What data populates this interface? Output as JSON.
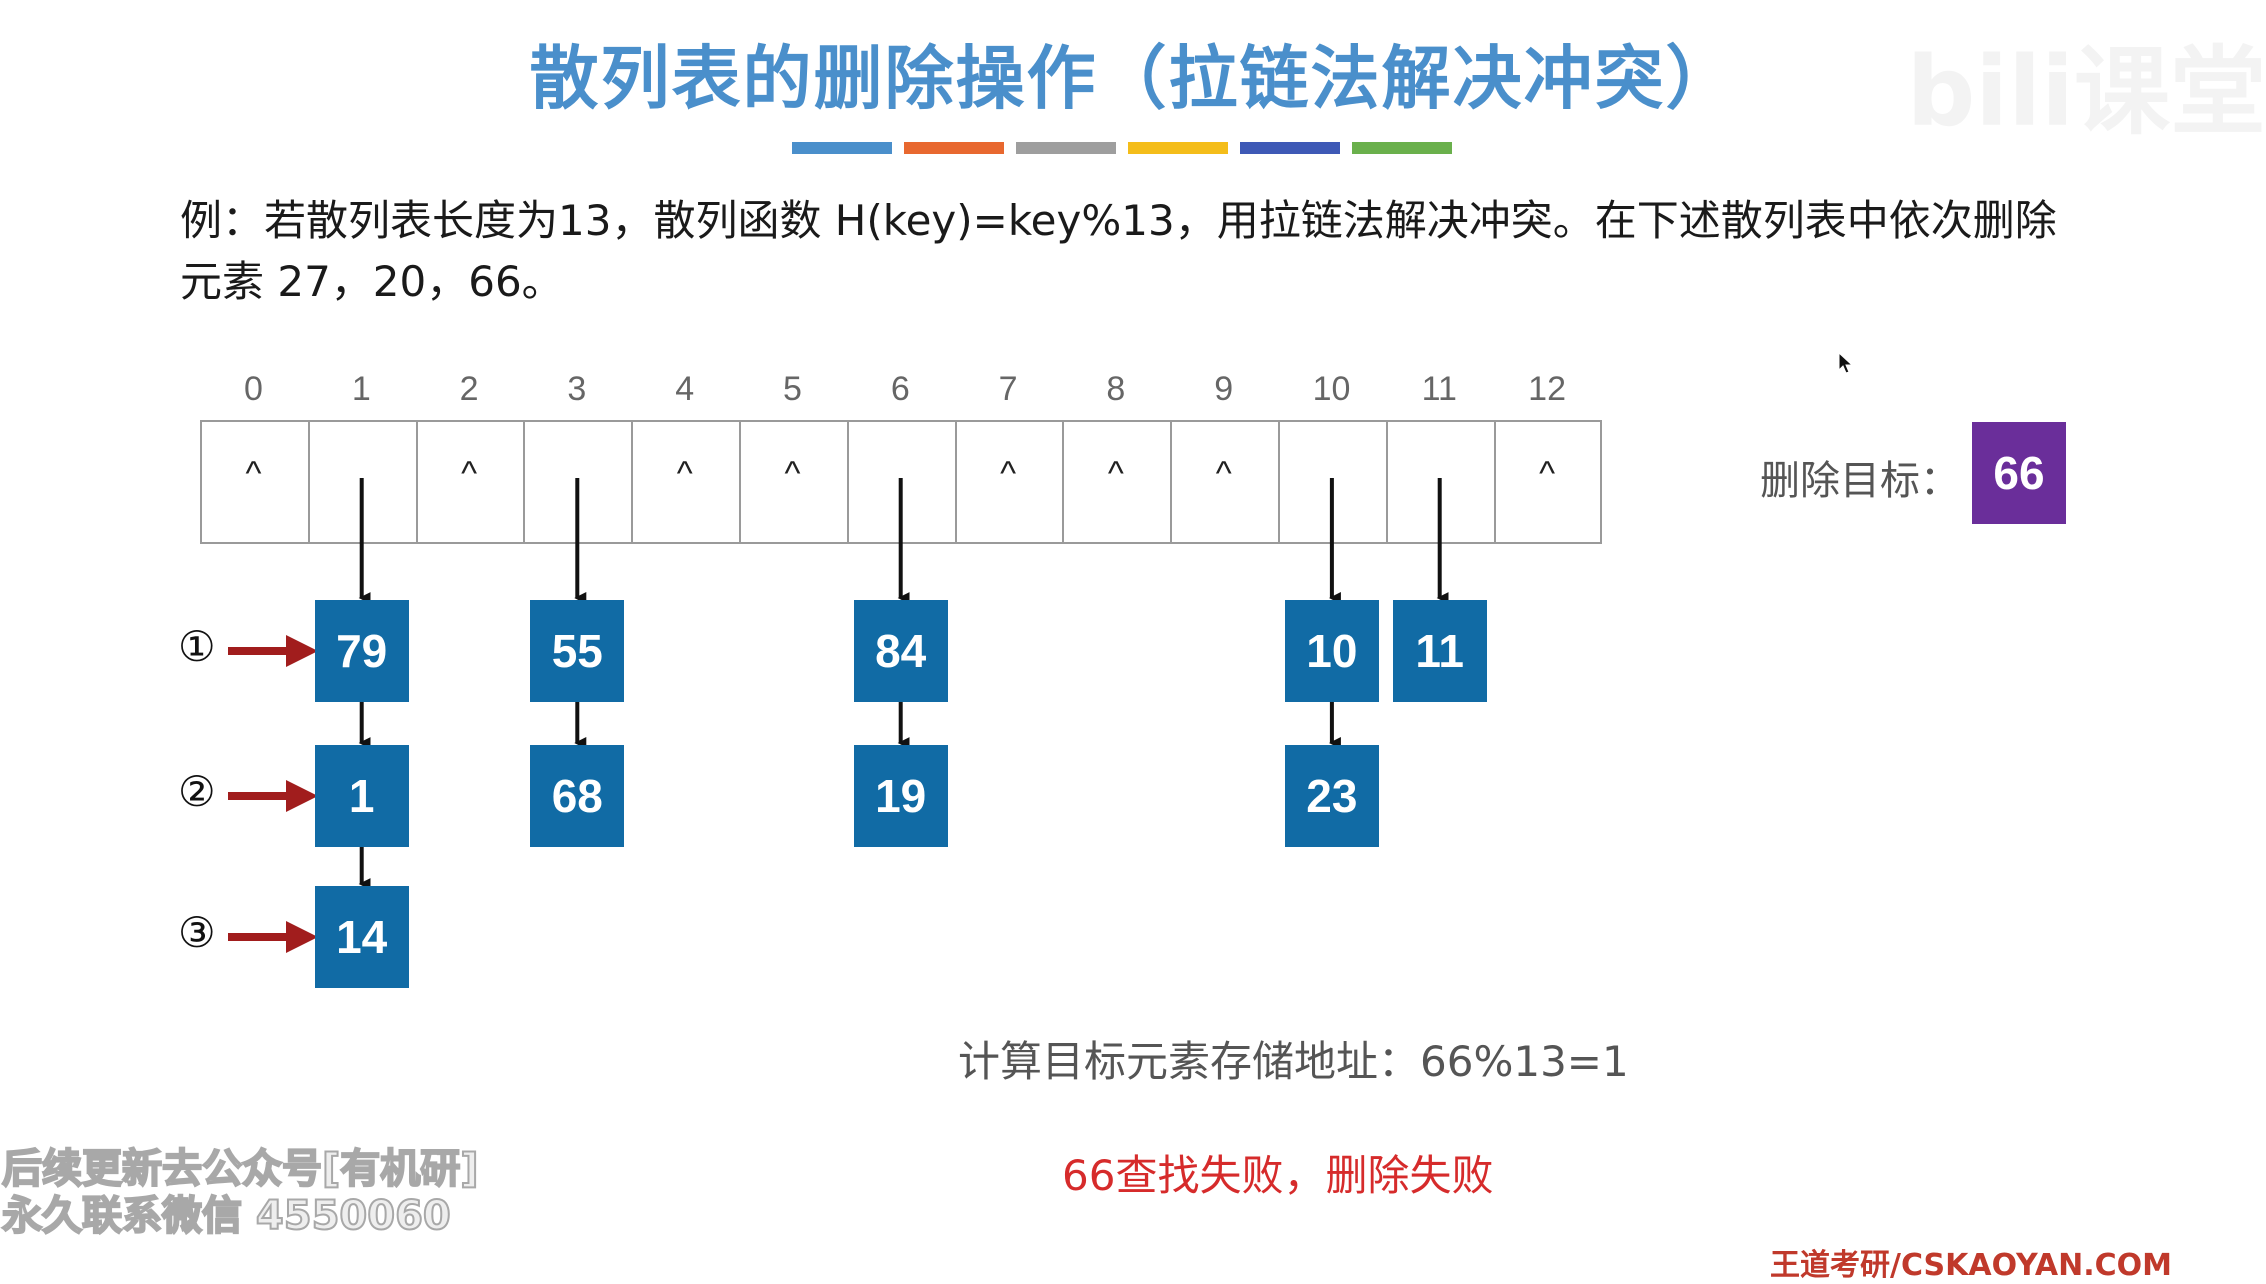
{
  "title": "散列表的删除操作（拉链法解决冲突）",
  "title_stripe_colors": [
    "#4a8fcb",
    "#e8682f",
    "#9e9e9e",
    "#f4bd1a",
    "#3e59b6",
    "#6ab04c"
  ],
  "watermark_top_right": "bili课堂",
  "problem_text": "例：若散列表长度为13，散列函数 H(key)=key%13，用拉链法解决冲突。在下述散列表中依次删除元素 27，20，66。",
  "table": {
    "indices": [
      "0",
      "1",
      "2",
      "3",
      "4",
      "5",
      "6",
      "7",
      "8",
      "9",
      "10",
      "11",
      "12"
    ],
    "empty_symbol": "^",
    "empty_slots": [
      0,
      2,
      4,
      5,
      7,
      8,
      9,
      12
    ]
  },
  "chains": [
    {
      "slot": 1,
      "keys": [
        "79",
        "1",
        "14"
      ]
    },
    {
      "slot": 3,
      "keys": [
        "55",
        "68"
      ]
    },
    {
      "slot": 6,
      "keys": [
        "84",
        "19"
      ]
    },
    {
      "slot": 10,
      "keys": [
        "10",
        "23"
      ]
    },
    {
      "slot": 11,
      "keys": [
        "11"
      ]
    }
  ],
  "row_labels": [
    "①",
    "②",
    "③"
  ],
  "delete_target_label": "删除目标：",
  "delete_target_value": "66",
  "calc_text": "计算目标元素存储地址：66%13=1",
  "result_text": "66查找失败，删除失败",
  "watermark_bottom_left": [
    "后续更新去公众号[有机研]",
    "永久联系微信 4550060"
  ],
  "watermark_bottom_right": "王道考研/CSKAOYAN.COM",
  "colors": {
    "title": "#4a8fcb",
    "node": "#116ba5",
    "target": "#6a2e9a",
    "pointer_arrow": "#a11d1d",
    "fail_text": "#d62b2b"
  }
}
